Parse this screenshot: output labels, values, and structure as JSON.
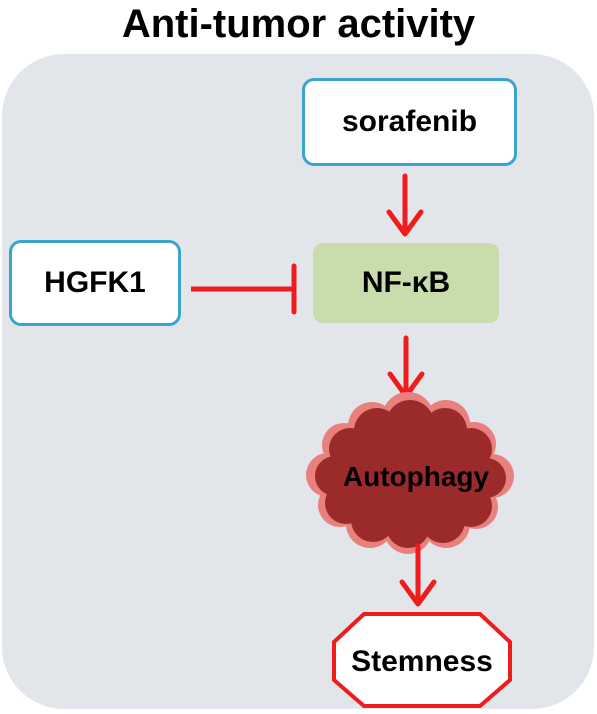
{
  "title": "Anti-tumor activity",
  "nodes": {
    "sorafenib": "sorafenib",
    "hgfk1": "HGFK1",
    "nfkb": "NF-κB",
    "autophagy": "Autophagy",
    "stemness": "Stemness"
  },
  "colors": {
    "panel_fill": "#e2e6ea",
    "box_border": "#3aa5cc",
    "nfkb_fill": "#c9dcab",
    "arrow": "#ee1c1c",
    "cloud_fill": "#9b2b2b",
    "cloud_shadow": "#e8807e",
    "stemness_border": "#ee1c1c"
  }
}
